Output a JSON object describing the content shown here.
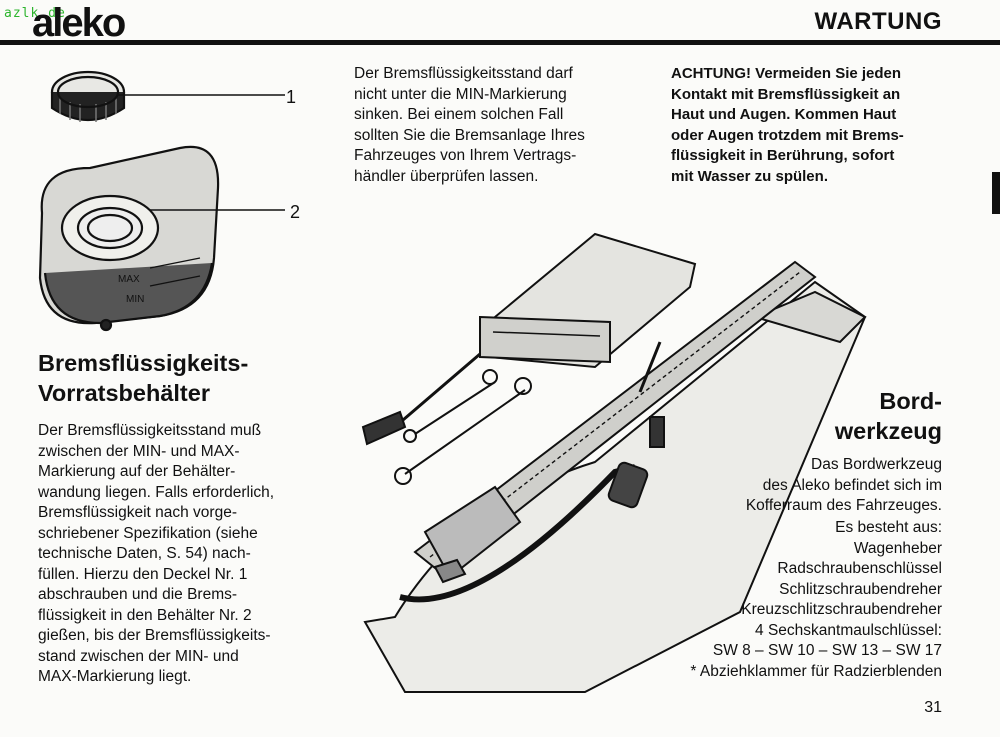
{
  "header": {
    "watermark": "azlk.de",
    "logo_text": "aleko",
    "section_title": "WARTUNG"
  },
  "figure_reservoir": {
    "callouts": [
      "1",
      "2"
    ]
  },
  "column2": {
    "lines": [
      "Der Bremsflüssigkeitsstand darf",
      "nicht unter die MIN-Markierung",
      "sinken. Bei einem solchen Fall",
      "sollten Sie die Bremsanlage Ihres",
      "Fahrzeuges von Ihrem Vertrags-",
      "händler überprüfen lassen."
    ]
  },
  "column3": {
    "lines": [
      "ACHTUNG! Vermeiden Sie jeden",
      "Kontakt mit Bremsflüssigkeit an",
      "Haut und Augen. Kommen Haut",
      "oder Augen trotzdem mit Brems-",
      "flüssigkeit in Berührung, sofort",
      "mit Wasser zu spülen."
    ]
  },
  "reservoir_section": {
    "heading": [
      "Bremsflüssigkeits-",
      "Vorratsbehälter"
    ],
    "lines": [
      "Der Bremsflüssigkeitsstand muß",
      "zwischen der MIN- und MAX-",
      "Markierung auf der Behälter-",
      "wandung liegen. Falls erforderlich,",
      "Bremsflüssigkeit nach vorge-",
      "schriebener Spezifikation (siehe",
      "technische Daten, S. 54) nach-",
      "füllen. Hierzu den Deckel Nr. 1",
      "abschrauben und die Brems-",
      "flüssigkeit in den Behälter Nr. 2",
      "gießen, bis der Bremsflüssigkeits-",
      "stand zwischen der MIN- und",
      "MAX-Markierung liegt."
    ]
  },
  "toolkit_section": {
    "heading": [
      "Bord-",
      "werkzeug"
    ],
    "intro_lines": [
      "Das Bordwerkzeug",
      "des Aleko befindet sich im",
      "Kofferraum des Fahrzeuges."
    ],
    "list_lines": [
      "Es besteht aus:",
      "Wagenheber",
      "Radschraubenschlüssel",
      "Schlitzschraubendreher",
      "Kreuzschlitzschraubendreher",
      "4 Sechskantmaulschlüssel:",
      "SW 8 – SW 10 – SW 13 – SW 17",
      "* Abziehklammer für Radzierblenden"
    ]
  },
  "footer": {
    "page_number": "31"
  }
}
